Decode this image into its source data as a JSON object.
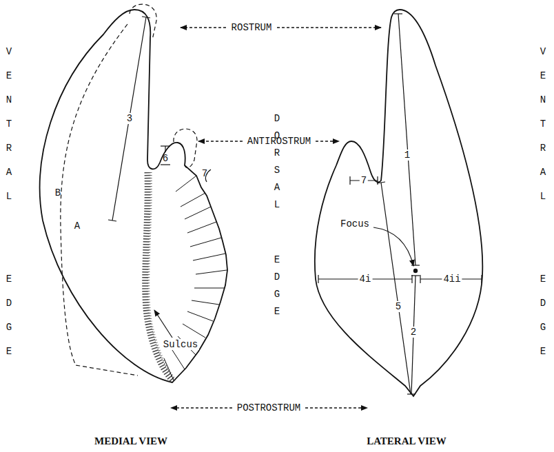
{
  "diagram": {
    "labels": [
      "ROSTRUM",
      "ANTIROSTRUM",
      "POSTROSTRUM",
      "VENTRAL EDGE",
      "VENTRAL EDGE",
      "DORSAL EDGE",
      "3",
      "6",
      "7",
      "A",
      "B",
      "Sulcus",
      "Focus",
      "1",
      "2",
      "4i",
      "4ii",
      "5",
      "7",
      "MEDIAL VIEW",
      "LATERAL VIEW"
    ]
  }
}
